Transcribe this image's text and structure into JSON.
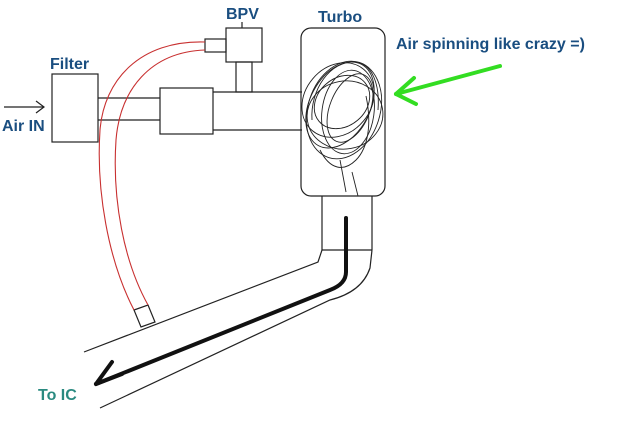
{
  "labels": {
    "bpv": "BPV",
    "turbo": "Turbo",
    "filter": "Filter",
    "air_in": "Air IN",
    "air_spinning": "Air spinning like crazy =)",
    "to_ic": "To IC"
  },
  "colors": {
    "label_blue": "#1a4e80",
    "to_ic_teal": "#2a8a80",
    "green_arrow": "#33dd22",
    "red_hose": "#c83030",
    "outline": "#222222",
    "flow_arrow": "#111111"
  }
}
